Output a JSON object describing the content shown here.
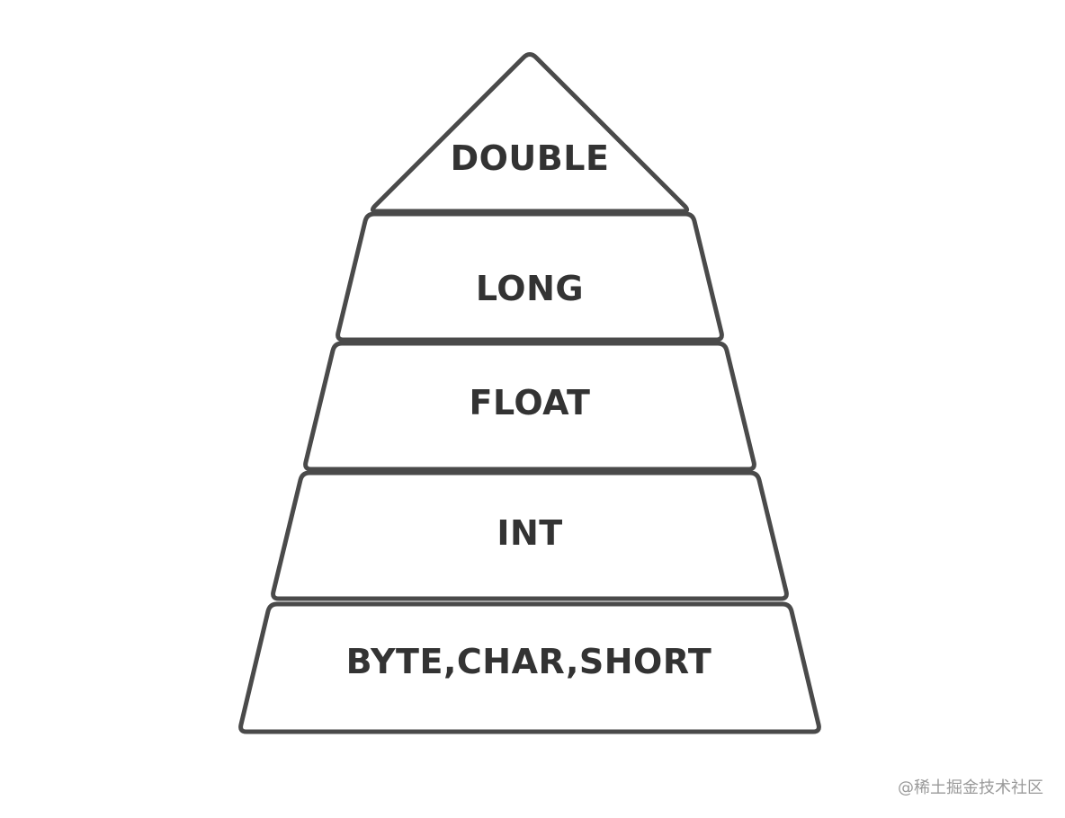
{
  "diagram": {
    "type": "pyramid",
    "tiers": [
      {
        "id": "double",
        "label": "DOUBLE"
      },
      {
        "id": "long",
        "label": "LONG"
      },
      {
        "id": "float",
        "label": "FLOAT"
      },
      {
        "id": "int",
        "label": "INT"
      },
      {
        "id": "byte-char-short",
        "label": "BYTE,CHAR,SHORT"
      }
    ],
    "stroke_color": "#4a4a4a",
    "fill_color": "#ffffff",
    "text_color": "#333333"
  },
  "watermark": {
    "text": "@稀土掘金技术社区"
  }
}
